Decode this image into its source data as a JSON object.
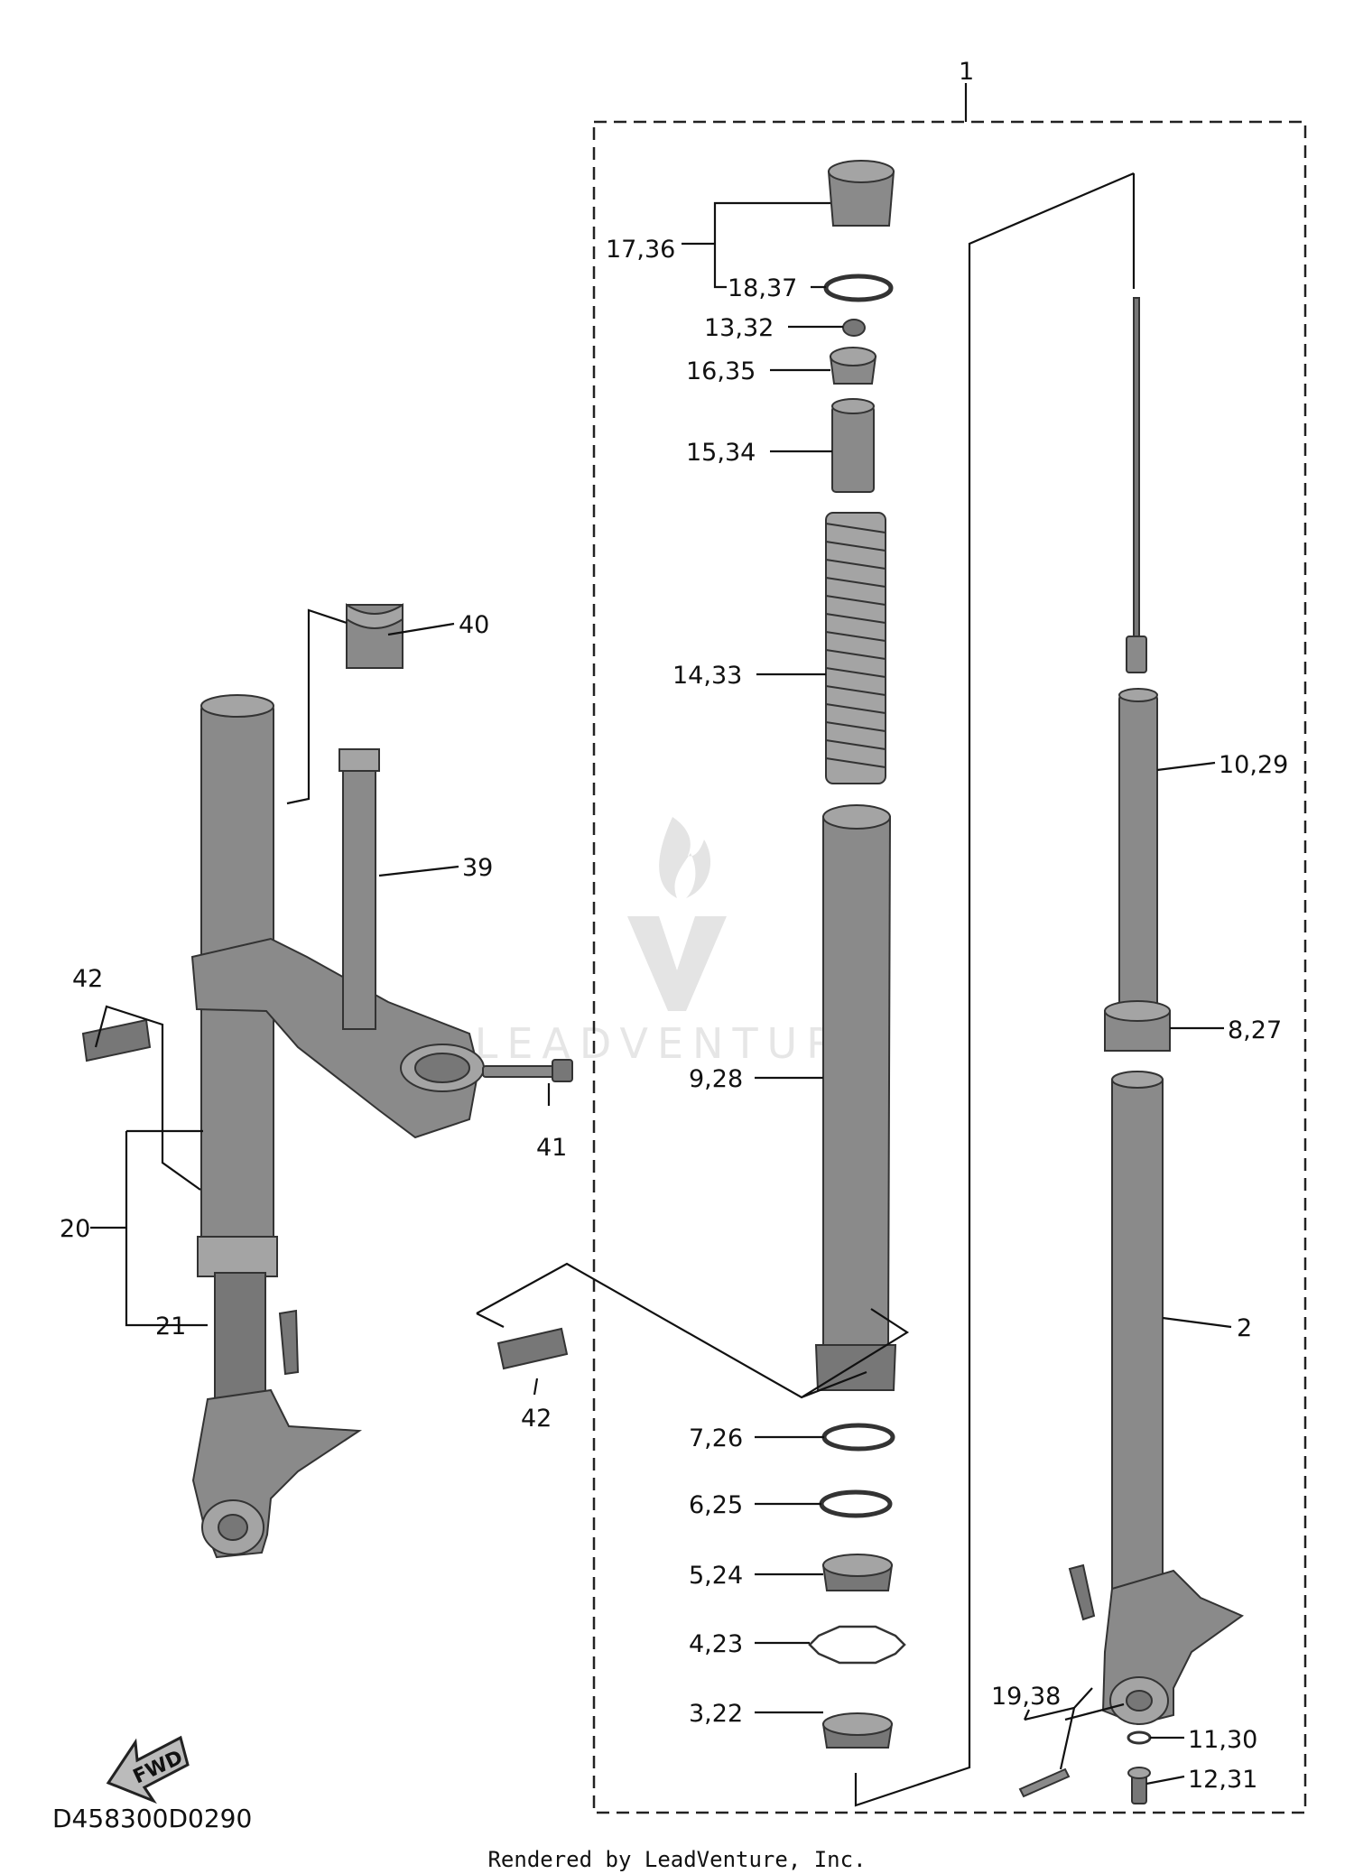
{
  "diagram_code": "D458300D0290",
  "footer": "Rendered by LeadVenture, Inc.",
  "watermark": "LEADVENTURE",
  "labels": {
    "c1": "1",
    "c2": "2",
    "c3_22": "3,22",
    "c4_23": "4,23",
    "c5_24": "5,24",
    "c6_25": "6,25",
    "c7_26": "7,26",
    "c8_27": "8,27",
    "c9_28": "9,28",
    "c10_29": "10,29",
    "c11_30": "11,30",
    "c12_31": "12,31",
    "c13_32": "13,32",
    "c14_33": "14,33",
    "c15_34": "15,34",
    "c16_35": "16,35",
    "c17_36": "17,36",
    "c18_37": "18,37",
    "c19_38": "19,38",
    "c20": "20",
    "c21": "21",
    "c39": "39",
    "c40": "40",
    "c41": "41",
    "c42a": "42",
    "c42b": "42"
  },
  "fwd_arrow": "FWD",
  "icons": {
    "fwd": "fwd-arrow-icon",
    "watermark": "leadventure-logo-icon"
  }
}
